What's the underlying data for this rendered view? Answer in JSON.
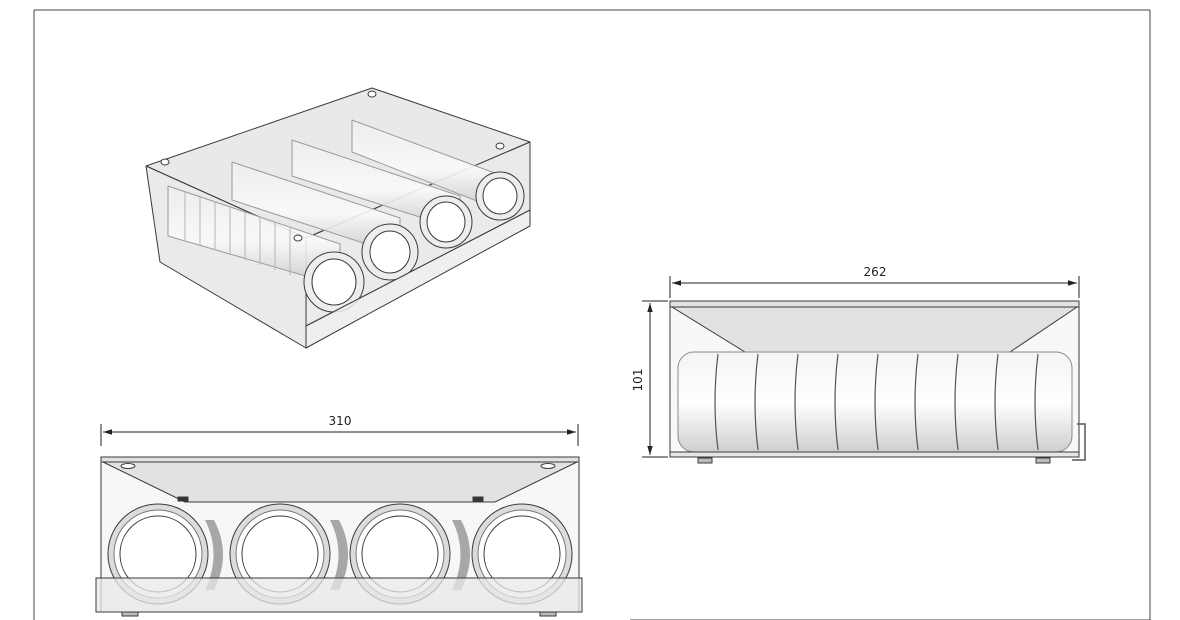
{
  "drawing": {
    "views": {
      "isometric": {},
      "front": {
        "width_dimension": "310"
      },
      "side": {
        "length_dimension": "262",
        "height_dimension": "101"
      }
    },
    "colors": {
      "line": "#3a3a3a",
      "glass": "#e2e2e2",
      "roll_face": "#ffffff",
      "roll_shade": "#d6d6d6",
      "frame": "#555555"
    }
  }
}
